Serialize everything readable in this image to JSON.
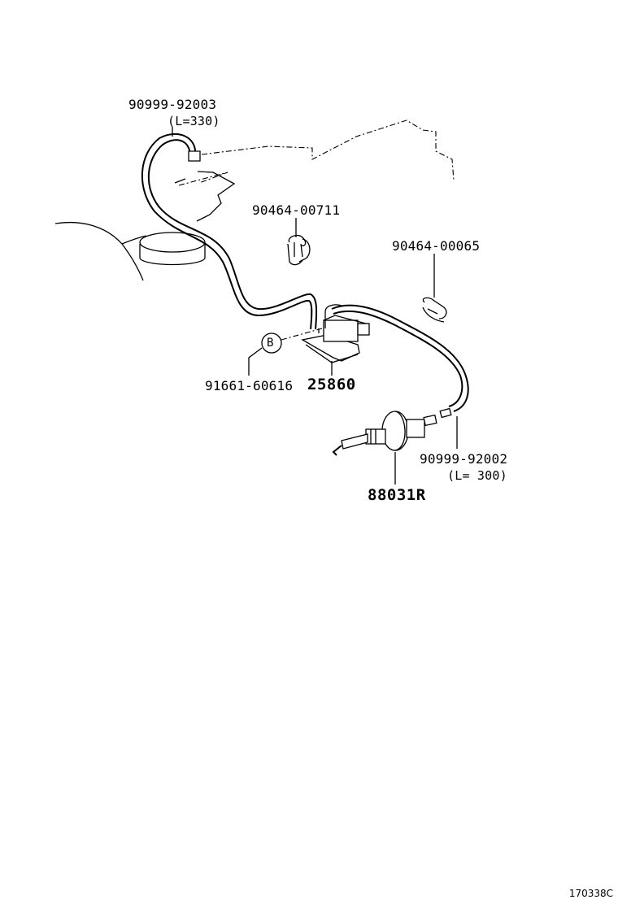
{
  "parts": {
    "hose_upper": {
      "number": "90999-92003",
      "length": "(L=330)"
    },
    "clip_1": {
      "number": "90464-00711"
    },
    "clip_2": {
      "number": "90464-00065"
    },
    "bolt": {
      "number": "91661-60616",
      "ref_marker": "B"
    },
    "vsv": {
      "number": "25860"
    },
    "hose_lower": {
      "number": "90999-92002",
      "length": "(L= 300)"
    },
    "actuator": {
      "number": "88031R"
    }
  },
  "diagram_code": "170338C"
}
